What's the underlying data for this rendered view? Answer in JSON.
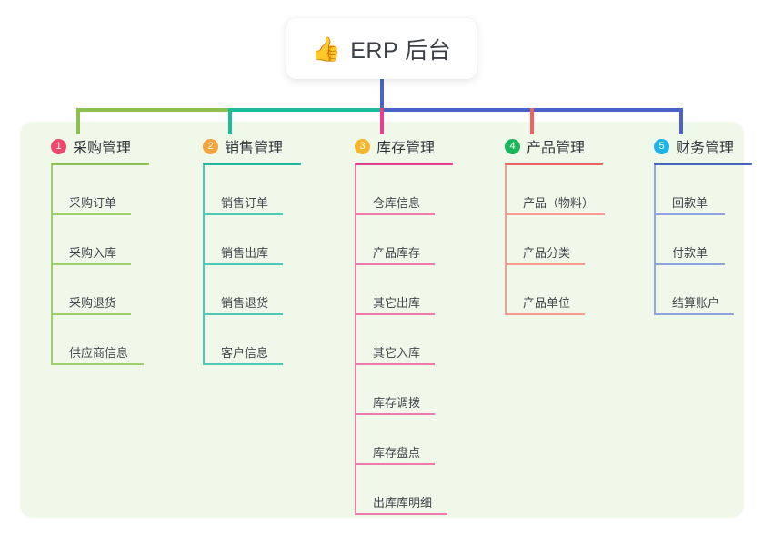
{
  "page": {
    "background": "#ffffff",
    "panel_color": "#eff8e9"
  },
  "root": {
    "icon": "thumbs-up-icon",
    "icon_glyph": "👍",
    "title": "ERP 后台"
  },
  "columns": [
    {
      "number": "1",
      "title": "采购管理",
      "badge_color": "#f0476b",
      "line_color": "#8cc152",
      "leaf_color": "#9fcf6d",
      "items": [
        {
          "label": "采购订单",
          "rule_width": 88
        },
        {
          "label": "采购入库",
          "rule_width": 88
        },
        {
          "label": "采购退货",
          "rule_width": 88
        },
        {
          "label": "供应商信息",
          "rule_width": 102
        }
      ]
    },
    {
      "number": "2",
      "title": "销售管理",
      "badge_color": "#f5a33c",
      "line_color": "#1abc9c",
      "leaf_color": "#4ec9b6",
      "items": [
        {
          "label": "销售订单",
          "rule_width": 88
        },
        {
          "label": "销售出库",
          "rule_width": 88
        },
        {
          "label": "销售退货",
          "rule_width": 88
        },
        {
          "label": "客户信息",
          "rule_width": 88
        }
      ]
    },
    {
      "number": "3",
      "title": "库存管理",
      "badge_color": "#f6b52e",
      "line_color": "#e83e8c",
      "leaf_color": "#ef7aab",
      "items": [
        {
          "label": "仓库信息",
          "rule_width": 88
        },
        {
          "label": "产品库存",
          "rule_width": 88
        },
        {
          "label": "其它出库",
          "rule_width": 88
        },
        {
          "label": "其它入库",
          "rule_width": 88
        },
        {
          "label": "库存调拨",
          "rule_width": 88
        },
        {
          "label": "库存盘点",
          "rule_width": 88
        },
        {
          "label": "出库库明细",
          "rule_width": 102
        }
      ]
    },
    {
      "number": "4",
      "title": "产品管理",
      "badge_color": "#1bb55c",
      "line_color": "#f4615a",
      "leaf_color": "#f79b91",
      "items": [
        {
          "label": "产品（物料）",
          "rule_width": 110
        },
        {
          "label": "产品分类",
          "rule_width": 88
        },
        {
          "label": "产品单位",
          "rule_width": 88
        }
      ]
    },
    {
      "number": "5",
      "title": "财务管理",
      "badge_color": "#1eb3e8",
      "line_color": "#4a63c8",
      "leaf_color": "#8fa4de",
      "items": [
        {
          "label": "回款单",
          "rule_width": 78
        },
        {
          "label": "付款单",
          "rule_width": 78
        },
        {
          "label": "结算账户",
          "rule_width": 88
        }
      ]
    }
  ],
  "connector_bus": {
    "segments": [
      {
        "name": "bus-green",
        "color": "#8cc152"
      },
      {
        "name": "bus-teal",
        "color": "#1abc9c"
      },
      {
        "name": "bus-blue",
        "color": "#4a63c8"
      },
      {
        "name": "drop-pink",
        "color": "#e83e8c"
      },
      {
        "name": "drop-red",
        "color": "#f4615a"
      }
    ]
  }
}
